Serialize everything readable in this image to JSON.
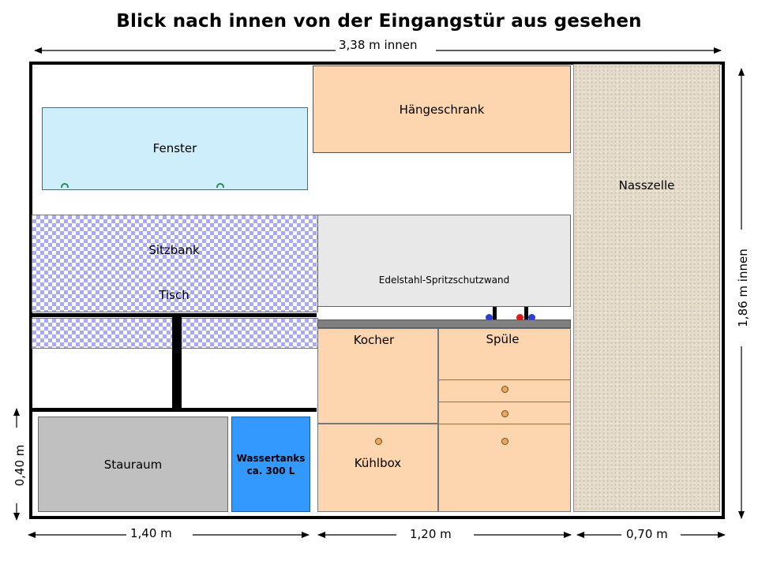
{
  "title": "Blick nach innen von der Eingangstür aus gesehen",
  "dimensions": {
    "width_total": "3,38 m innen",
    "height_total": "1,86 m innen",
    "bottom_left": "1,40 m",
    "bottom_middle": "1,20 m",
    "bottom_right": "0,70 m",
    "lower_height": "0,40 m"
  },
  "labels": {
    "window": "Fenster",
    "bench": "Sitzbank",
    "table": "Tisch",
    "wall_cabinet": "Hängeschrank",
    "splash_wall": "Edelstahl-Spritzschutzwand",
    "wet_cell": "Nasszelle",
    "stove": "Kocher",
    "sink": "Spüle",
    "coolbox": "Kühlbox",
    "storage": "Stauraum",
    "water_tanks_line1": "Wassertanks",
    "water_tanks_line2": "ca. 300 L"
  },
  "colors": {
    "cabinet": "#fdd5ae",
    "window": "#cfeefc",
    "water_tank": "#3399ff",
    "storage": "#c0c0c0",
    "splash_wall": "#e8e8e8",
    "cushion_pattern": "#a9a9f4",
    "wet_cell": "#e6dccb",
    "tap_cold": "#2a3fd0",
    "tap_hot": "#e01818"
  }
}
